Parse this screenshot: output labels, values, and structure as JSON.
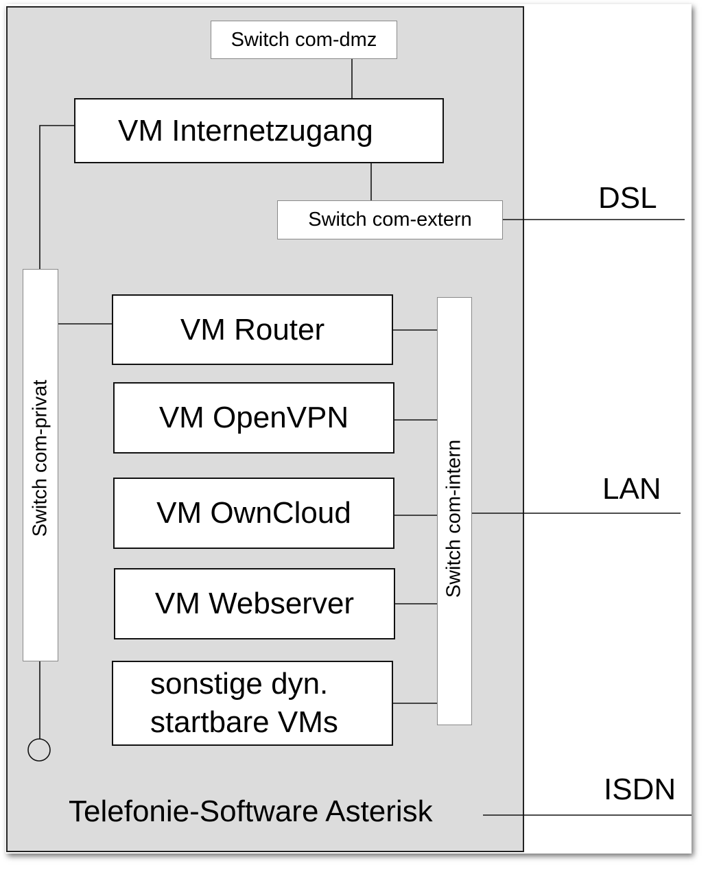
{
  "boxes": {
    "switch_dmz": "Switch com-dmz",
    "vm_internet": "VM Internetzugang",
    "switch_extern": "Switch com-extern",
    "switch_privat": "Switch com-privat",
    "vm_router": "VM Router",
    "vm_openvpn": "VM OpenVPN",
    "vm_owncloud": "VM OwnCloud",
    "vm_webserver": "VM Webserver",
    "sonstige_line1": "sonstige dyn.",
    "sonstige_line2": "startbare VMs",
    "switch_intern": "Switch com-intern"
  },
  "external": {
    "dsl": "DSL",
    "lan": "LAN",
    "isdn": "ISDN"
  },
  "footer": {
    "asterisk": "Telefonie-Software Asterisk"
  }
}
